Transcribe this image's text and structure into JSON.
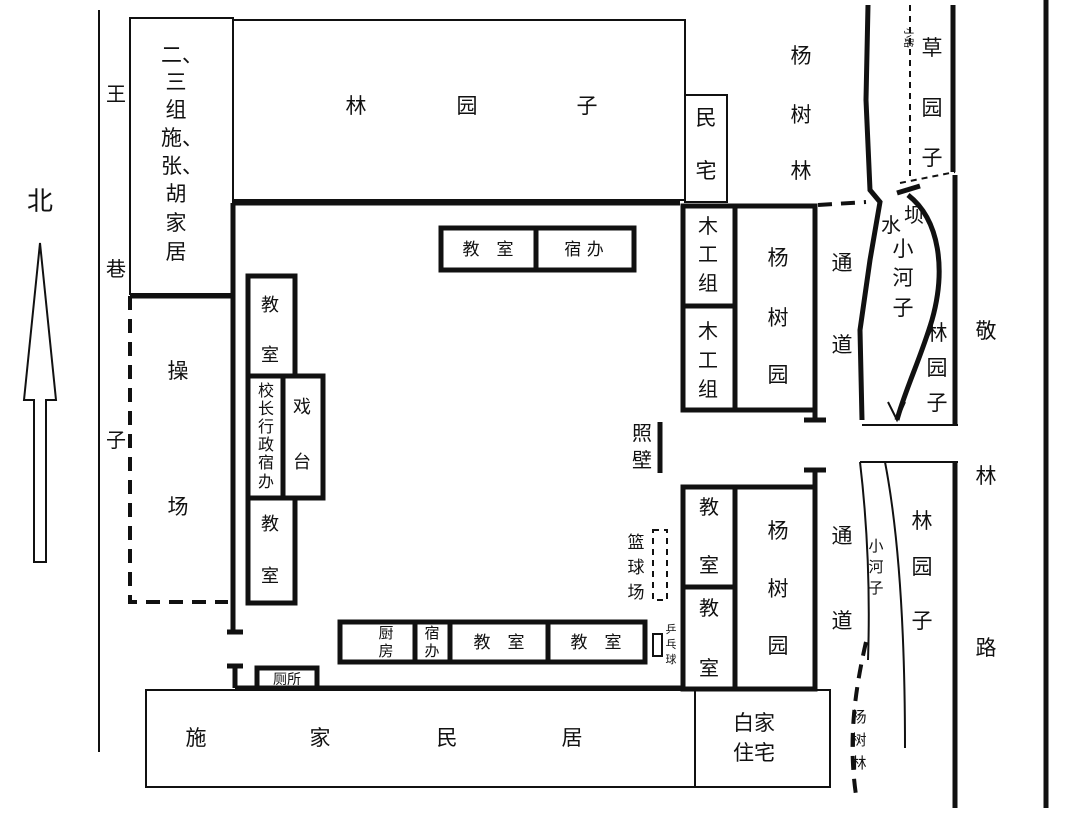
{
  "north_label": "北",
  "lanes": {
    "wang_lane": [
      "王",
      "巷",
      "子"
    ],
    "jing_lin_road": [
      "敬",
      "林",
      "路"
    ]
  },
  "buildings": {
    "zhang_hu_residence": [
      "二、",
      "三",
      "组",
      "施、",
      "张、",
      "胡",
      "家",
      "居"
    ],
    "north_forest_garden": [
      "林",
      "园",
      "子"
    ],
    "min_zhai": [
      "民",
      "宅"
    ],
    "poplar_forest_north": [
      "杨",
      "树",
      "林"
    ],
    "grass_garden": [
      "草",
      "园",
      "子"
    ],
    "small_path": "小路",
    "playground": [
      "操",
      "场"
    ],
    "classroom_north_1": "教　室",
    "dorm_office_north": "宿 办",
    "carpentry_1": [
      "木",
      "工",
      "组"
    ],
    "carpentry_2": [
      "木",
      "工",
      "组"
    ],
    "poplar_garden_north": [
      "杨",
      "树",
      "园"
    ],
    "passage_north": [
      "通",
      "道"
    ],
    "dam": "坝",
    "water": "水",
    "creek_north": [
      "小",
      "河",
      "子"
    ],
    "forest_garden_east_north": [
      "林",
      "园",
      "子"
    ],
    "classroom_west_1": [
      "教",
      "室"
    ],
    "principal_dorm": [
      "校",
      "长",
      "行",
      "政",
      "宿",
      "办"
    ],
    "stage": [
      "戏",
      "台"
    ],
    "classroom_west_2": [
      "教",
      "室"
    ],
    "screen_wall": [
      "照",
      "壁"
    ],
    "basketball_court": [
      "篮",
      "球",
      "场"
    ],
    "classroom_east_1": [
      "教",
      "室"
    ],
    "classroom_east_2": [
      "教",
      "室"
    ],
    "poplar_garden_south": [
      "杨",
      "树",
      "园"
    ],
    "passage_south": [
      "通",
      "道"
    ],
    "creek_south": [
      "小",
      "河",
      "子"
    ],
    "forest_garden_east_south": [
      "林",
      "园",
      "子"
    ],
    "kitchen": [
      "厨",
      "房"
    ],
    "dorm_office_south": [
      "宿",
      "办"
    ],
    "classroom_south_1": "教　室",
    "classroom_south_2": "教　室",
    "ping_pong": [
      "乒",
      "乓",
      "球"
    ],
    "toilet": "厕所",
    "shi_residence": [
      "施",
      "家",
      "民",
      "居"
    ],
    "bai_residence": [
      "白家",
      "住宅"
    ],
    "poplar_forest_south": [
      "杨",
      "树",
      "林"
    ]
  }
}
